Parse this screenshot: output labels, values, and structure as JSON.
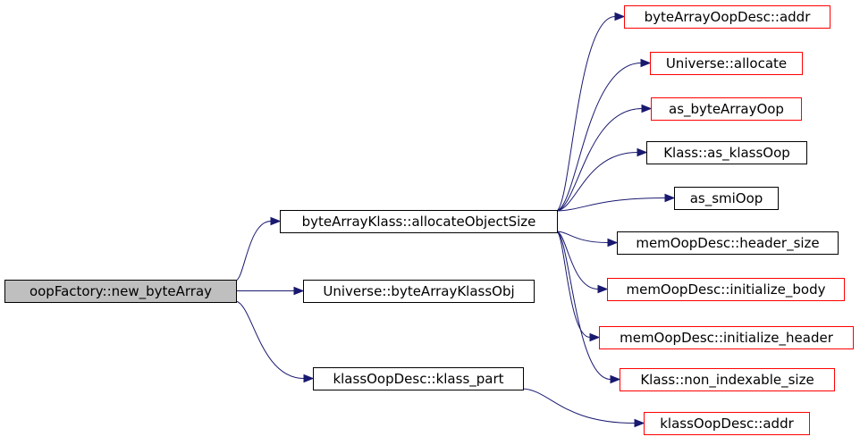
{
  "colors": {
    "edge": "#191970",
    "border_default": "#000000",
    "border_highlight": "#ff0000",
    "fill_root": "#bfbfbf",
    "fill_default": "#ffffff"
  },
  "nodes": {
    "root": {
      "label": "oopFactory::new_byteArray",
      "style": "root"
    },
    "alloc_obj_size": {
      "label": "byteArrayKlass::allocateObjectSize",
      "style": "default"
    },
    "byte_array_klass_obj": {
      "label": "Universe::byteArrayKlassObj",
      "style": "default"
    },
    "klass_part": {
      "label": "klassOopDesc::klass_part",
      "style": "default"
    },
    "byte_array_addr": {
      "label": "byteArrayOopDesc::addr",
      "style": "highlight"
    },
    "universe_allocate": {
      "label": "Universe::allocate",
      "style": "highlight"
    },
    "as_byte_array_oop": {
      "label": "as_byteArrayOop",
      "style": "highlight"
    },
    "as_klass_oop": {
      "label": "Klass::as_klassOop",
      "style": "default"
    },
    "as_smi_oop": {
      "label": "as_smiOop",
      "style": "default"
    },
    "header_size": {
      "label": "memOopDesc::header_size",
      "style": "default"
    },
    "initialize_body": {
      "label": "memOopDesc::initialize_body",
      "style": "highlight"
    },
    "initialize_header": {
      "label": "memOopDesc::initialize_header",
      "style": "highlight"
    },
    "non_indexable_size": {
      "label": "Klass::non_indexable_size",
      "style": "highlight"
    },
    "klass_oop_addr": {
      "label": "klassOopDesc::addr",
      "style": "highlight"
    }
  },
  "edges": [
    [
      "root",
      "alloc_obj_size"
    ],
    [
      "root",
      "byte_array_klass_obj"
    ],
    [
      "root",
      "klass_part"
    ],
    [
      "alloc_obj_size",
      "byte_array_addr"
    ],
    [
      "alloc_obj_size",
      "universe_allocate"
    ],
    [
      "alloc_obj_size",
      "as_byte_array_oop"
    ],
    [
      "alloc_obj_size",
      "as_klass_oop"
    ],
    [
      "alloc_obj_size",
      "as_smi_oop"
    ],
    [
      "alloc_obj_size",
      "header_size"
    ],
    [
      "alloc_obj_size",
      "initialize_body"
    ],
    [
      "alloc_obj_size",
      "initialize_header"
    ],
    [
      "alloc_obj_size",
      "non_indexable_size"
    ],
    [
      "klass_part",
      "klass_oop_addr"
    ]
  ]
}
